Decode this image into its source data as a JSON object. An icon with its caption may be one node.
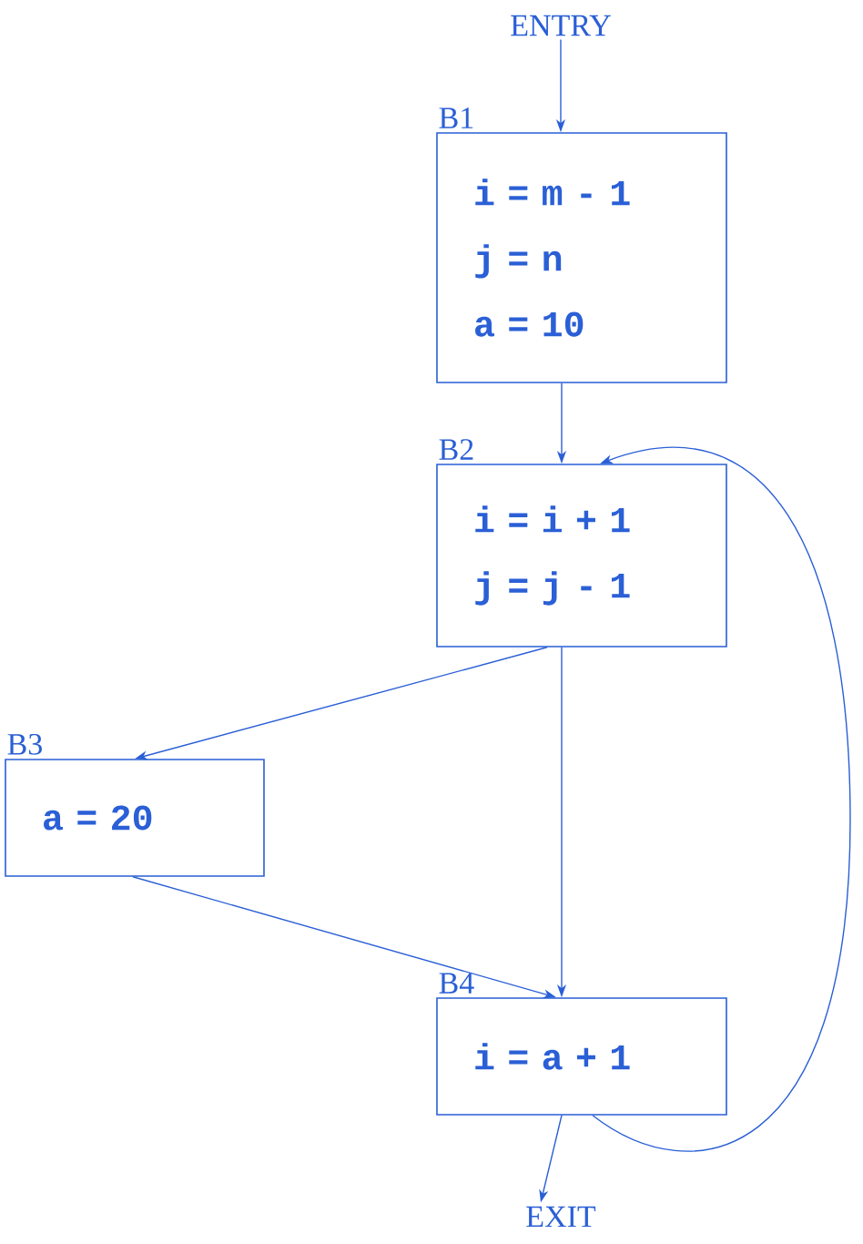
{
  "diagram": {
    "nodes": [
      {
        "text": [
          "ENTRY"
        ]
      },
      {
        "text": [
          "B1",
          "i = m - 1",
          "j = n",
          "a = 10"
        ]
      },
      {
        "text": [
          "B2",
          "i = i + 1",
          "j = j - 1"
        ]
      },
      {
        "text": [
          "B3",
          "a = 20"
        ]
      },
      {
        "text": [
          "B4",
          "i = a + 1"
        ]
      },
      {
        "text": [
          "EXIT"
        ]
      }
    ],
    "edges": [
      {
        "from": 0,
        "to": 1,
        "arrow": "to"
      },
      {
        "from": 1,
        "to": 2,
        "arrow": "to"
      },
      {
        "from": 2,
        "to": 3,
        "arrow": "to"
      },
      {
        "from": 2,
        "to": 4,
        "arrow": "to"
      },
      {
        "from": 3,
        "to": 4,
        "arrow": "to"
      },
      {
        "from": 4,
        "to": 2,
        "arrow": "to"
      },
      {
        "from": 4,
        "to": 5,
        "arrow": "to"
      }
    ]
  }
}
